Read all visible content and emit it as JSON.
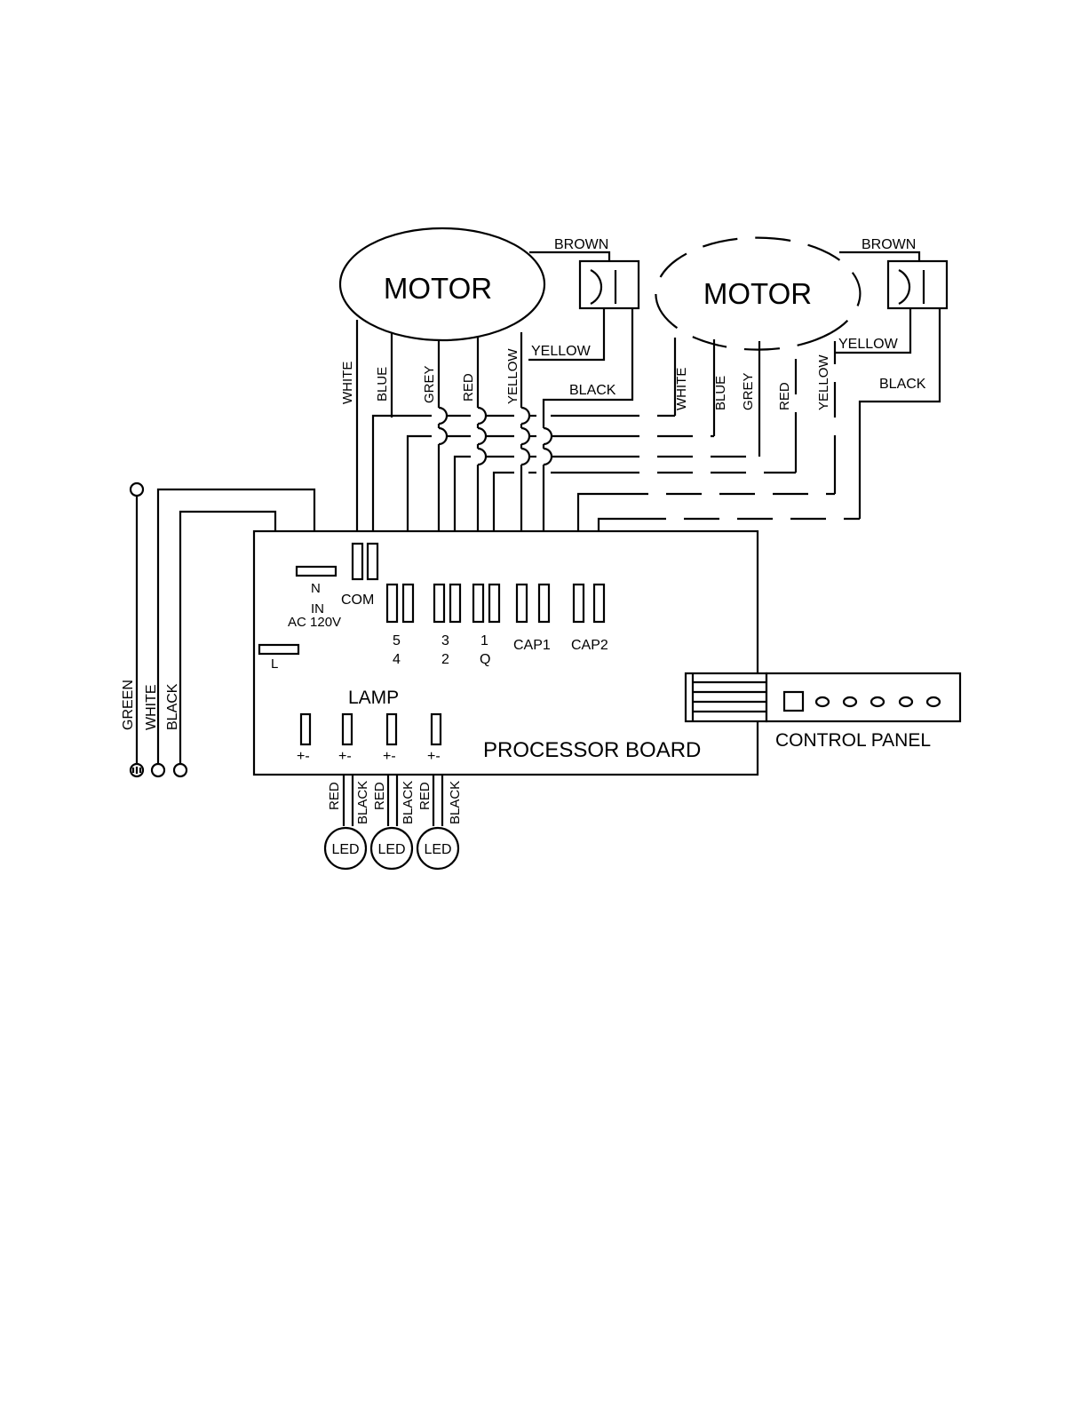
{
  "motors": [
    {
      "label": "MOTOR",
      "capacitor_wire": "BROWN",
      "wires": [
        "WHITE",
        "BLUE",
        "GREY",
        "RED",
        "YELLOW"
      ],
      "cap_wire_2": "YELLOW",
      "cap_wire_3": "BLACK"
    },
    {
      "label": "MOTOR",
      "capacitor_wire": "BROWN",
      "wires": [
        "WHITE",
        "BLUE",
        "GREY",
        "RED",
        "YELLOW"
      ],
      "cap_wire_2": "YELLOW",
      "cap_wire_3": "BLACK"
    }
  ],
  "supply": {
    "wires": [
      "GREEN",
      "WHITE",
      "BLACK"
    ],
    "n_label": "N",
    "l_label": "L",
    "in_label": "IN",
    "voltage_label": "AC 120V"
  },
  "board": {
    "title": "PROCESSOR BOARD",
    "com_label": "COM",
    "terminals": [
      {
        "top": "5",
        "bottom": "4"
      },
      {
        "top": "3",
        "bottom": "2"
      },
      {
        "top": "1",
        "bottom": "Q"
      }
    ],
    "cap1_label": "CAP1",
    "cap2_label": "CAP2",
    "lamp_label": "LAMP",
    "lamp_polarity": "+-"
  },
  "control_panel": {
    "label": "CONTROL PANEL"
  },
  "leds": [
    {
      "label": "LED",
      "wires": [
        "RED",
        "BLACK"
      ]
    },
    {
      "label": "LED",
      "wires": [
        "RED",
        "BLACK"
      ]
    },
    {
      "label": "LED",
      "wires": [
        "RED",
        "BLACK"
      ]
    }
  ]
}
